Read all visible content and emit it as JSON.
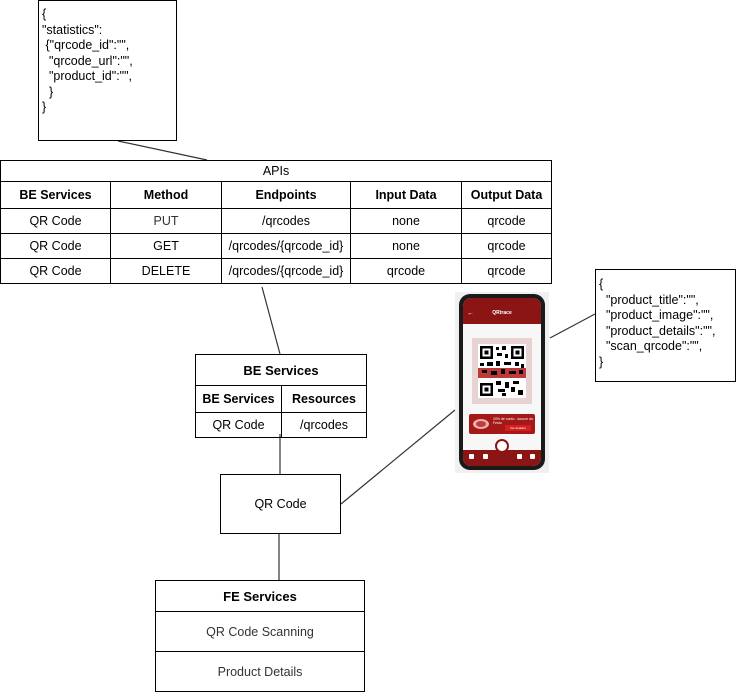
{
  "json_stats": "{\n\"statistics\":\n {\"qrcode_id\":\"\",\n  \"qrcode_url\":\"\",\n  \"product_id\":\"\",\n  }\n}",
  "json_product": "{\n  \"product_title\":\"\",\n  \"product_image\":\"\",\n  \"product_details\":\"\",\n  \"scan_qrcode\":\"\",\n}",
  "apis": {
    "title": "APIs",
    "headers": [
      "BE Services",
      "Method",
      "Endpoints",
      "Input Data",
      "Output Data"
    ],
    "rows": [
      [
        "QR Code",
        "PUT",
        "/qrcodes",
        "none",
        "qrcode"
      ],
      [
        "QR Code",
        "GET",
        "/qrcodes/{qrcode_id}",
        "none",
        "qrcode"
      ],
      [
        "QR Code",
        "DELETE",
        "/qrcodes/{qrcode_id}",
        "qrcode",
        "qrcode"
      ]
    ]
  },
  "be_services": {
    "title": "BE Services",
    "headers": [
      "BE Services",
      "Resources"
    ],
    "rows": [
      [
        "QR Code",
        "/qrcodes"
      ]
    ]
  },
  "qr_node": "QR Code",
  "fe_services": {
    "title": "FE Services",
    "items": [
      "QR Code Scanning",
      "Product Details"
    ]
  },
  "phone": {
    "app_title": "QRtrace",
    "promo_text": "20% de conto - source du Festu",
    "promo_button": "Ver detalles",
    "colors": {
      "brand": "#8b1414",
      "accent": "#d02020"
    }
  }
}
